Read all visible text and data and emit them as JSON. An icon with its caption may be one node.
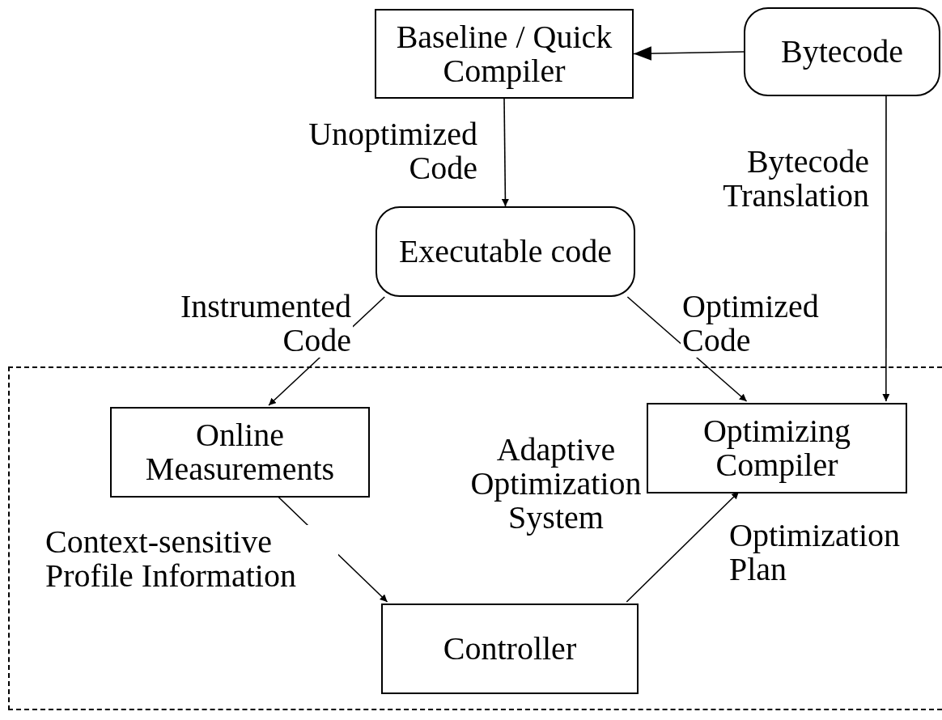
{
  "diagram": {
    "nodes": [
      {
        "text": [
          "Baseline / Quick Compiler"
        ]
      },
      {
        "text": [
          "Bytecode"
        ]
      },
      {
        "text": [
          "Executable code"
        ]
      },
      {
        "text": [
          "Adaptive Optimization System"
        ]
      },
      {
        "text": [
          "Online Measurements"
        ],
        "in": 3
      },
      {
        "text": [
          "Optimizing Compiler"
        ],
        "in": 3
      },
      {
        "text": [
          "Controller"
        ],
        "in": 3
      }
    ],
    "edges": [
      {
        "from": 1,
        "to": 0,
        "arrow": "to"
      },
      {
        "from": 0,
        "to": 2,
        "arrow": "to",
        "label": "Unoptimized Code"
      },
      {
        "from": 1,
        "to": 5,
        "arrow": "to",
        "label": "Bytecode Translation"
      },
      {
        "from": 2,
        "to": 4,
        "arrow": "to",
        "label": "Instrumented Code"
      },
      {
        "from": 2,
        "to": 5,
        "arrow": "to",
        "label": "Optimized Code"
      },
      {
        "from": 4,
        "to": 6,
        "arrow": "to",
        "label": "Context-sensitive Profile Information"
      },
      {
        "from": 6,
        "to": 5,
        "arrow": "to",
        "label": "Optimization Plan"
      }
    ]
  }
}
